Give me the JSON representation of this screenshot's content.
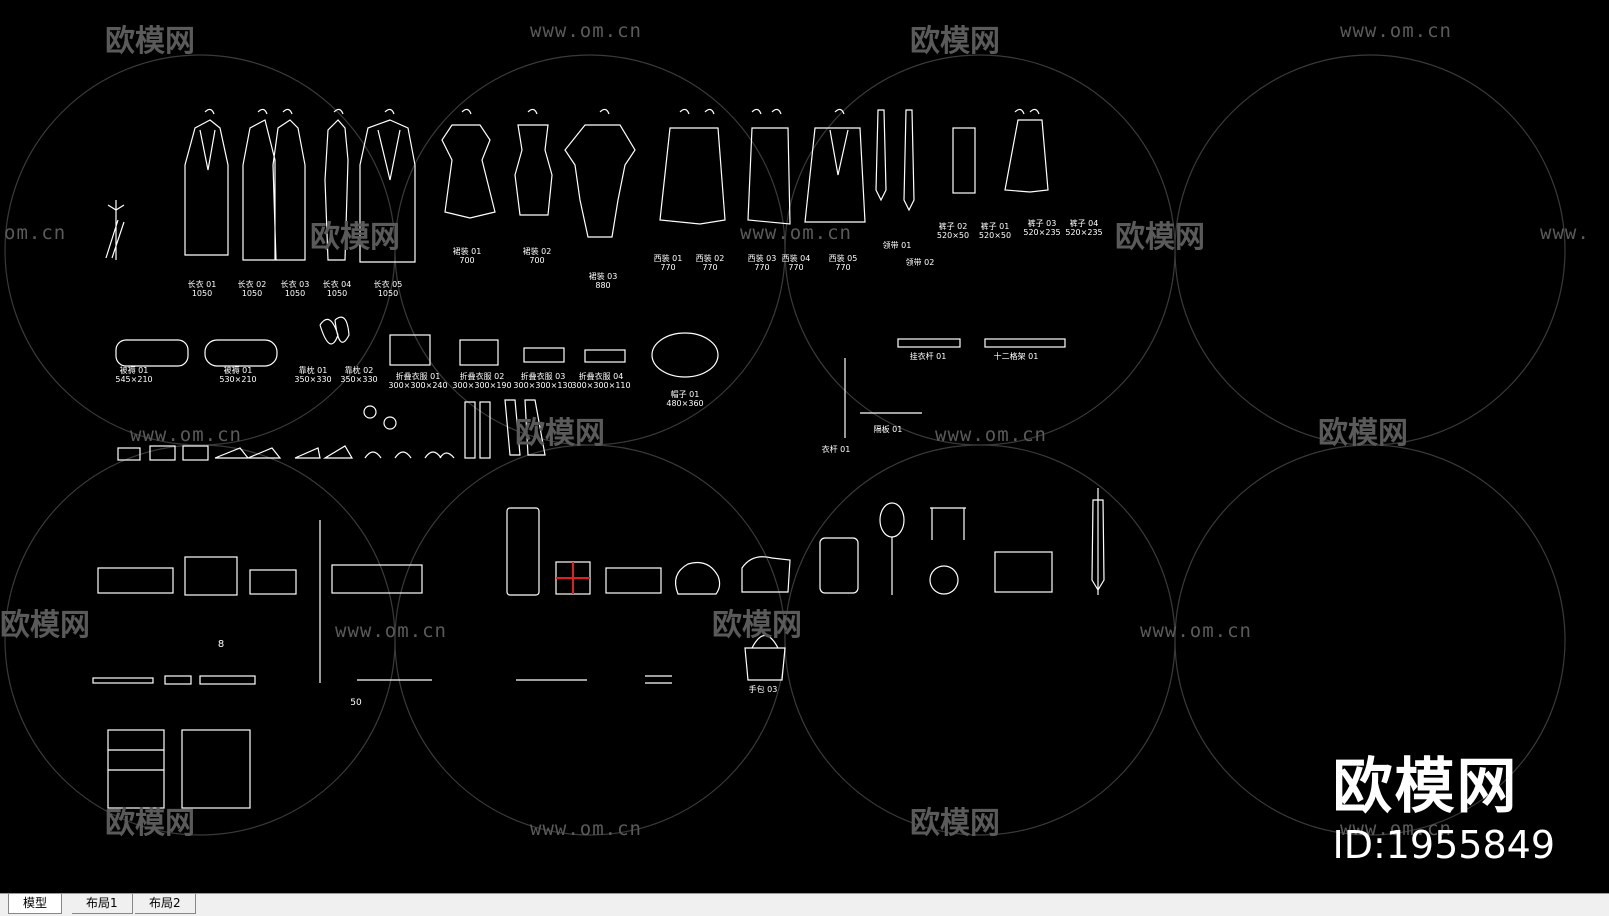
{
  "watermarks": {
    "logo_text": "欧模网",
    "url_text": "www.om.cn",
    "url_fragment": "om.cn",
    "url_fragment_right": "www."
  },
  "brand": {
    "name": "欧模网",
    "id": "ID:1955849"
  },
  "labels": {
    "coat1": "长衣 01",
    "coat1_dim": "1050",
    "coat2": "长衣 02",
    "coat2_dim": "1050",
    "coat3": "长衣 03",
    "coat3_dim": "1050",
    "coat4": "长衣 04",
    "coat4_dim": "1050",
    "coat5": "长衣 05",
    "coat5_dim": "1050",
    "dress1": "裙装 01",
    "dress1_dim": "700",
    "dress2": "裙装 02",
    "dress2_dim": "700",
    "dress3": "裙装 03",
    "dress3_dim": "880",
    "suit1": "西装 01",
    "suit1_dim": "770",
    "suit2": "西装 02",
    "suit2_dim": "770",
    "suit3": "西装 03",
    "suit3_dim": "770",
    "suit4": "西装 04",
    "suit4_dim": "770",
    "suit5": "西装 05",
    "suit5_dim": "770",
    "tie1": "领带 01",
    "tie2": "领带 02",
    "pants2": "裤子 02",
    "pants2_dim": "520×50",
    "pants1": "裤子 01",
    "pants1_dim": "520×50",
    "pants3": "裤子 03",
    "pants3_dim": "520×235",
    "pants4": "裤子 04",
    "pants4_dim": "520×235",
    "quilt1": "被褥 01",
    "quilt1_dim": "545×210",
    "quilt2": "被褥 01",
    "quilt2_dim": "530×210",
    "pillow1": "靠枕 01",
    "pillow1_dim": "350×330",
    "pillow2": "靠枕 02",
    "pillow2_dim": "350×330",
    "folded1": "折叠衣服 01",
    "folded1_dim": "300×300×240",
    "folded2": "折叠衣服 02",
    "folded2_dim": "300×300×190",
    "folded3": "折叠衣服 03",
    "folded3_dim": "300×300×130",
    "folded4": "折叠衣服 04",
    "folded4_dim": "300×300×110",
    "hat1": "帽子 01",
    "hat1_dim": "480×360",
    "rack1": "挂衣杆 01",
    "rack2": "十二格架 01",
    "rod1": "衣杆 01",
    "rod2": "隔板 01",
    "suitcase_size": "8",
    "small_item": "50",
    "handbag": "手包 03"
  }
}
